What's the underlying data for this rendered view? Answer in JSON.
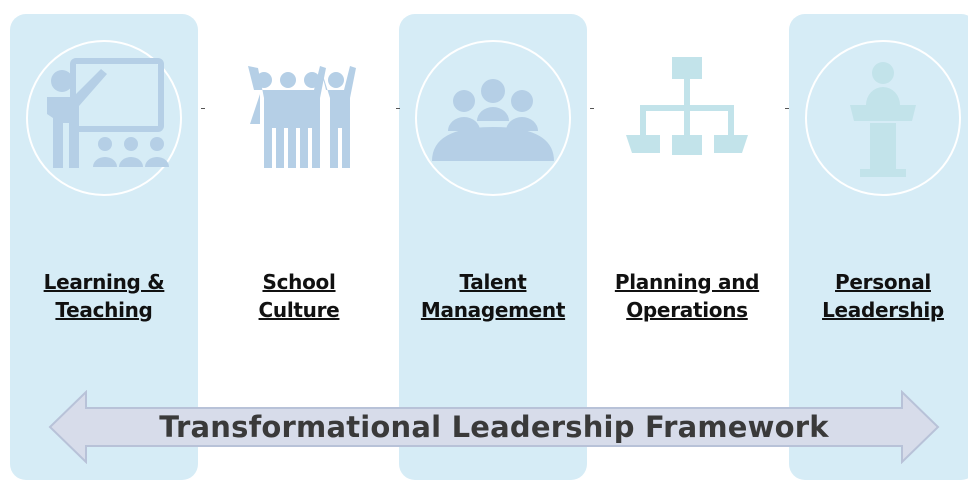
{
  "colors": {
    "panel": "#d6ecf6",
    "icon_blue": "#b5cfe6",
    "icon_teal": "#c2e3ea",
    "arrow_fill": "#d7dcea",
    "arrow_stroke": "#b8c2d8"
  },
  "pillars": [
    {
      "line1": "Learning &",
      "line2": "Teaching",
      "icon": "teacher-presentation-icon"
    },
    {
      "line1": "School",
      "line2": "Culture",
      "icon": "people-group-icon"
    },
    {
      "line1": "Talent",
      "line2": "Management",
      "icon": "meeting-table-icon"
    },
    {
      "line1": "Planning and",
      "line2": "Operations",
      "icon": "org-chart-icon"
    },
    {
      "line1": "Personal",
      "line2": "Leadership",
      "icon": "podium-speaker-icon"
    }
  ],
  "framework": {
    "title": "Transformational Leadership Framework"
  }
}
